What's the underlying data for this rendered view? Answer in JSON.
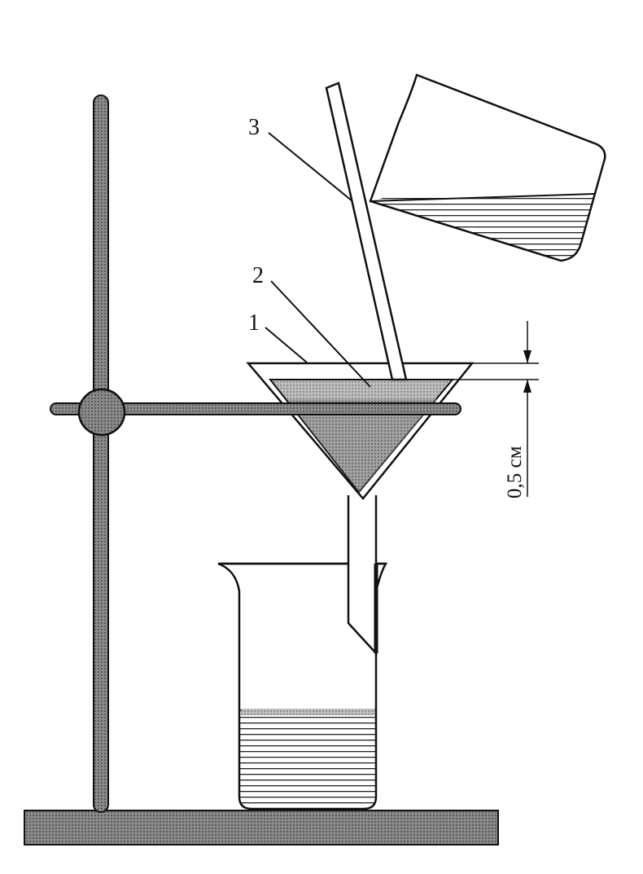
{
  "labels": {
    "funnel": "1",
    "filter_paper": "2",
    "glass_rod": "3"
  },
  "dimension": {
    "text": "0,5 см"
  },
  "colors": {
    "line": "#111111",
    "metal": "#5e5e5e",
    "base": "#6a6a6a",
    "filter": "#a8a8a8",
    "liquid": "#c8c8c8"
  }
}
